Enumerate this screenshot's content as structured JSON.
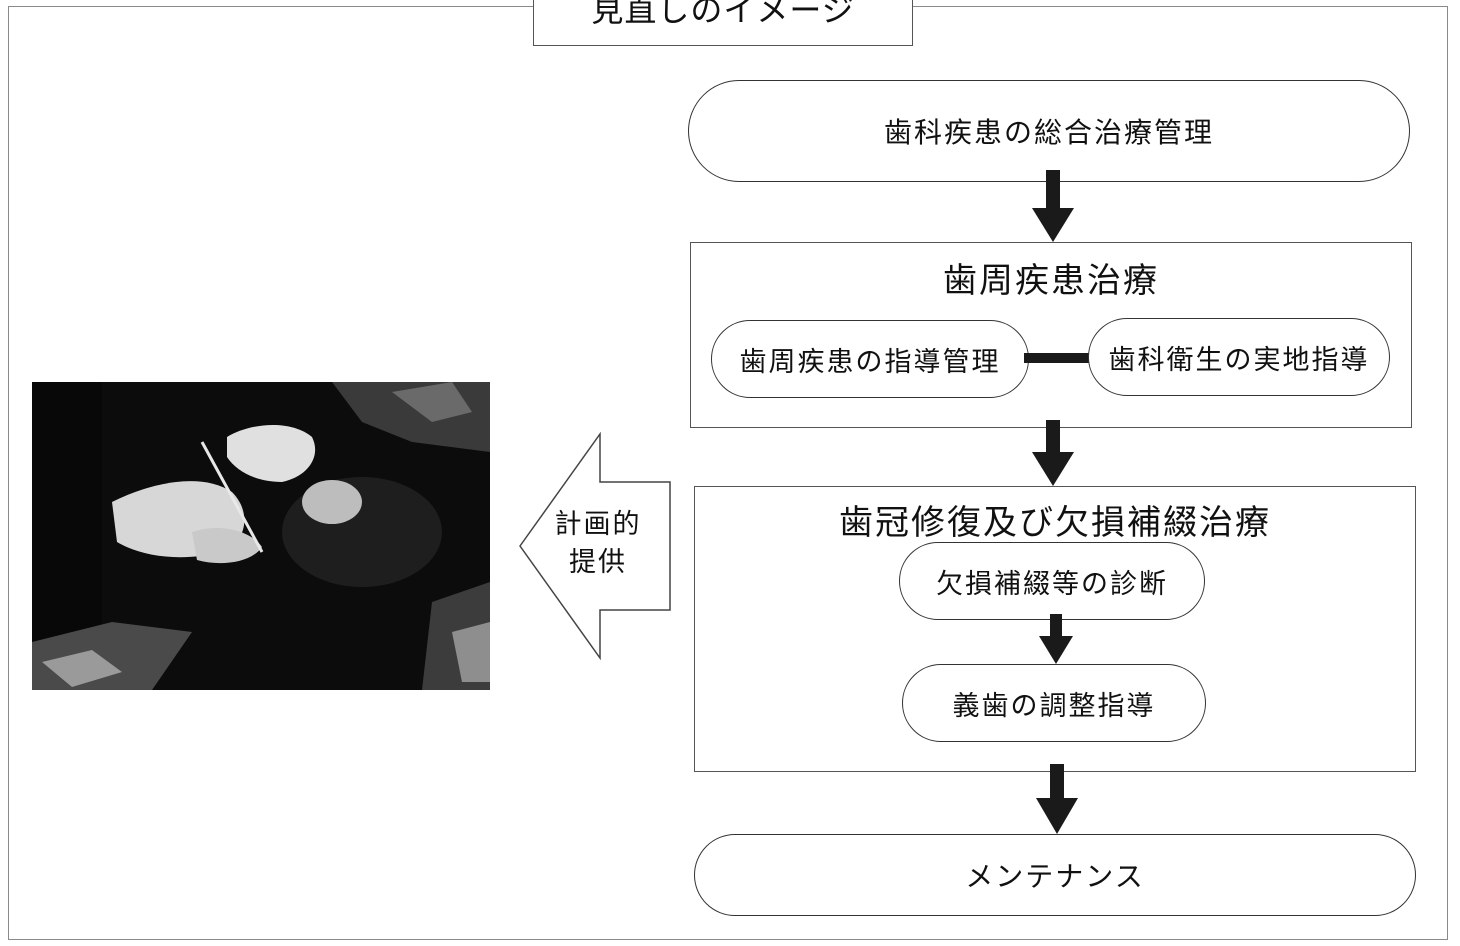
{
  "title": "見直しのイメージ",
  "top_pill": "歯科疾患の総合治療管理",
  "perio_section": {
    "title": "歯周疾患治療",
    "left_pill": "歯周疾患の指導管理",
    "right_pill": "歯科衛生の実地指導"
  },
  "crown_section": {
    "title": "歯冠修復及び欠損補綴治療",
    "pill_1": "欠損補綴等の診断",
    "pill_2": "義歯の調整指導"
  },
  "bottom_pill": "メンテナンス",
  "left_arrow": {
    "line1": "計画的",
    "line2": "提供"
  },
  "photo": {
    "description_icon": "dental-treatment-photo"
  },
  "colors": {
    "line": "#333333",
    "arrow_fill": "#1a1a1a",
    "photo_bg": "#0c0c0c"
  }
}
